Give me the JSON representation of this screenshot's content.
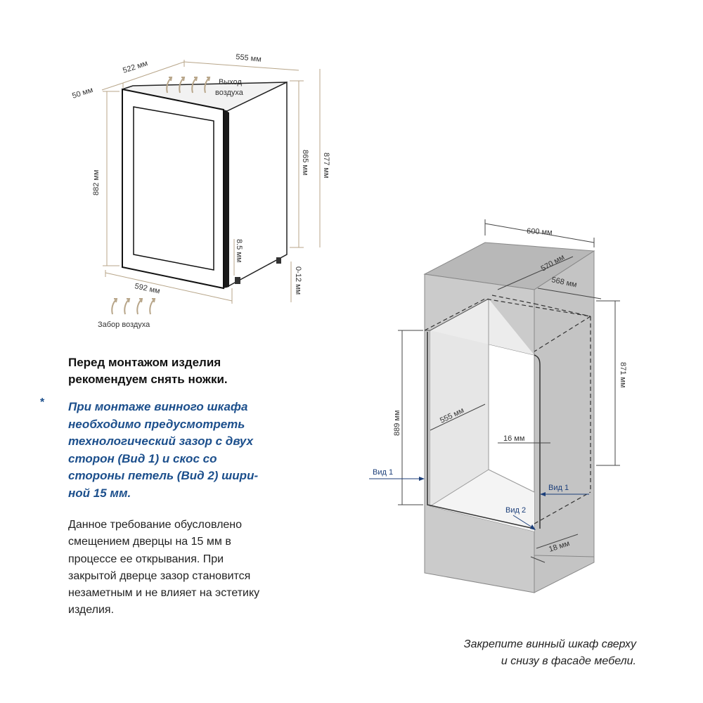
{
  "top_view": {
    "dim_depth_door": "50 мм",
    "dim_depth_body": "522 мм",
    "dim_width_top": "555 мм",
    "dim_height_front": "882 мм",
    "dim_height_body": "865 мм",
    "dim_height_total": "877 мм",
    "dim_leg_gap": "8.5 мм",
    "dim_leg_adjust": "0-12 мм",
    "dim_width_front": "592 мм",
    "air_out_line1": "Выход",
    "air_out_line2": "воздуха",
    "air_in": "Забор воздуха"
  },
  "heading_lines": [
    "Перед монтажом изделия",
    "рекомендуем снять ножки."
  ],
  "asterisk": "*",
  "note_lines": [
    "При монтаже винного шкафа",
    "необходимо предусмотреть",
    "технологический зазор с двух",
    "сторон (Вид 1) и скос со",
    "стороны петель (Вид 2) шири-",
    "ной 15 мм."
  ],
  "explain_lines": [
    "Данное требование обусловлено",
    "смещением дверцы на 15 мм в",
    "процессе ее открывания. При",
    "закрытой дверце зазор становится",
    "незаметным и не влияет на эстетику",
    "изделия."
  ],
  "niche": {
    "dim_width_top": "600 мм",
    "dim_depth_top": "570 мм",
    "dim_depth_inner": "568 мм",
    "dim_height_right": "871 мм",
    "dim_height_left": "889 мм",
    "dim_width_inner": "555 мм",
    "dim_side": "16 мм",
    "dim_bottom": "18 мм",
    "view1_left": "Вид 1",
    "view1_right": "Вид 1",
    "view2": "Вид 2"
  },
  "fix_lines": [
    "Закрепите винный шкаф сверху",
    "и снизу в фасаде мебели."
  ],
  "colors": {
    "blue_text": "#1c4f8c",
    "dimension_beige": "#b8a68a",
    "panel_gray": "#c8c8c8"
  }
}
